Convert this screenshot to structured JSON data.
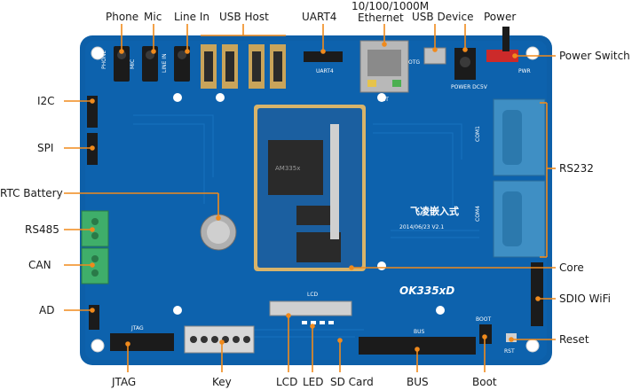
{
  "board": {
    "model_logo": "OK335xD",
    "silkscreen": {
      "uart4": "UART4",
      "net": "NET",
      "otg": "OTG",
      "power_dc": "POWER DC5V",
      "pwr": "PWR",
      "lcd": "LCD",
      "jtag": "JTAG",
      "bus": "BUS",
      "boot": "BOOT",
      "rst": "RST",
      "phone": "PHONE",
      "mic": "MIC",
      "line_in": "LINE IN",
      "chip_text": "AM335x",
      "date_code": "2014/06/23 V2.1",
      "com1": "COM1",
      "com4": "COM4",
      "brand": "飞凌嵌入式"
    }
  },
  "labels": {
    "phone": "Phone",
    "mic": "Mic",
    "line_in": "Line In",
    "usb_host": "USB Host",
    "uart4": "UART4",
    "ethernet_speed": "10/100/1000M",
    "ethernet": "Ethernet",
    "usb_device": "USB Device",
    "power": "Power",
    "power_switch": "Power Switch",
    "i2c": "I2C",
    "spi": "SPI",
    "rtc_battery": "RTC Battery",
    "rs485": "RS485",
    "can": "CAN",
    "ad": "AD",
    "rs232": "RS232",
    "core": "Core",
    "sdio_wifi": "SDIO WiFi",
    "reset": "Reset",
    "jtag": "JTAG",
    "key": "Key",
    "lcd": "LCD",
    "led": "LED",
    "sd_card": "SD Card",
    "bus": "BUS",
    "boot": "Boot"
  },
  "colors": {
    "pcb": "#0d5fa8",
    "pcb_dark": "#0a4e8c",
    "callout": "#f08a1c",
    "label_text": "#1a1a1a",
    "header_black": "#1b1b1b",
    "terminal_green": "#3fae6a",
    "db9_blue": "#3f8fc4",
    "gold": "#c9a45a"
  }
}
